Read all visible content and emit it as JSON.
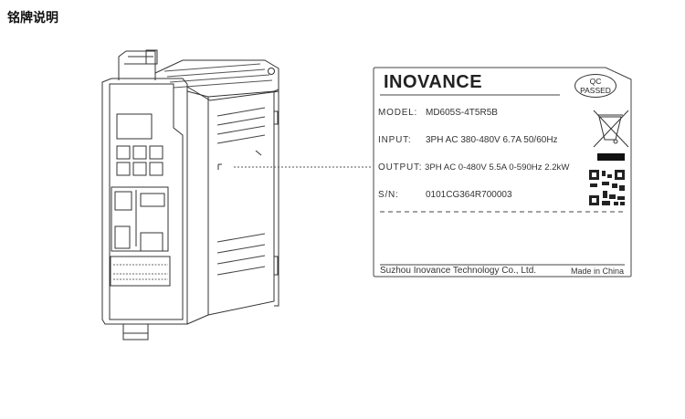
{
  "heading": "铭牌说明",
  "nameplate": {
    "brand": "INOVANCE",
    "qc_badge": [
      "QC",
      "PASSED"
    ],
    "model_label": "MODEL:",
    "model_value": "MD605S-4T5R5B",
    "input_label": "INPUT:",
    "input_value": "3PH AC 380-480V 6.7A 50/60Hz",
    "output_label": "OUTPUT:",
    "output_value": "3PH AC 0-480V 5.5A 0-590Hz 2.2kW",
    "sn_label": "S/N:",
    "sn_value": "0101CG364R700003",
    "manufacturer": "Suzhou Inovance Technology Co., Ltd.",
    "origin": "Made in China"
  }
}
